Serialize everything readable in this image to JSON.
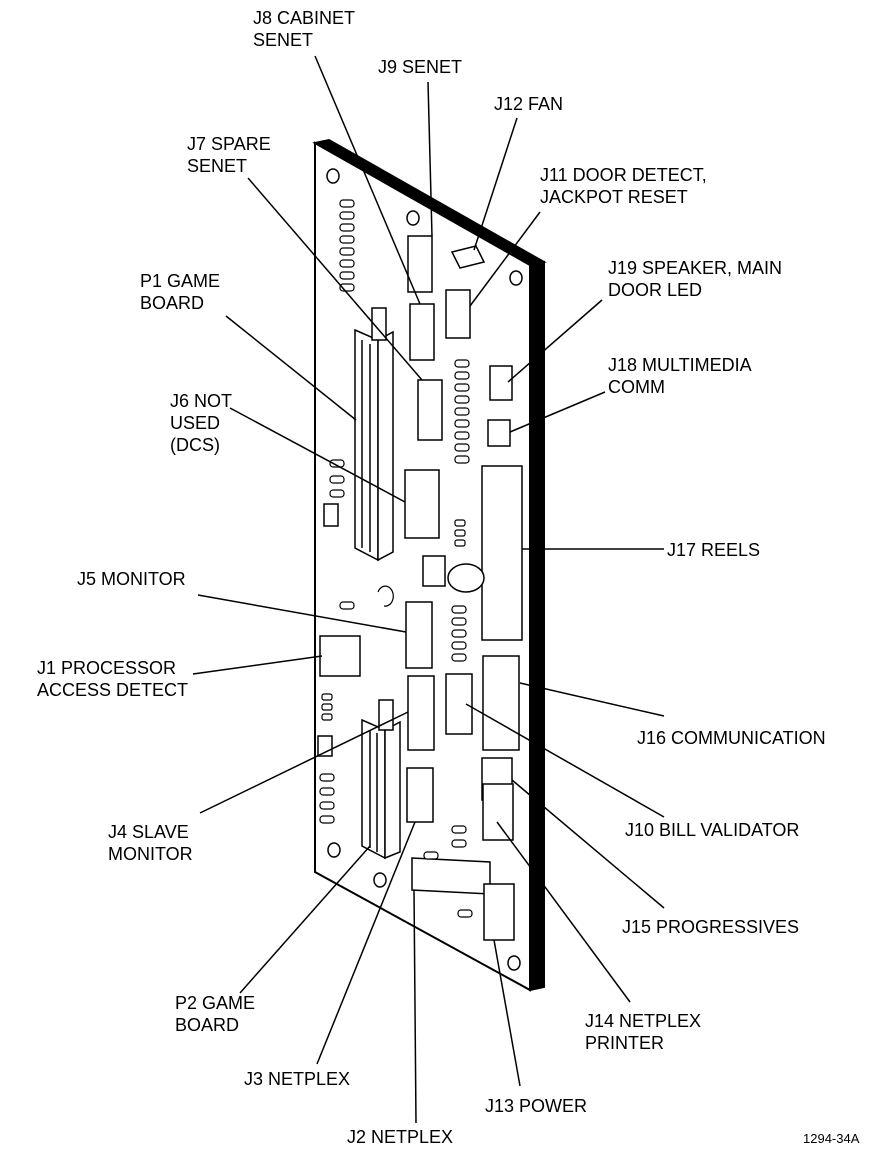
{
  "figure_id": "1294-34A",
  "labels": {
    "j8": [
      "J8 CABINET",
      "SENET"
    ],
    "j9": [
      "J9 SENET"
    ],
    "j12": [
      "J12 FAN"
    ],
    "j7": [
      "J7 SPARE",
      "SENET"
    ],
    "j11": [
      "J11 DOOR DETECT,",
      "JACKPOT RESET"
    ],
    "p1": [
      "P1 GAME",
      "BOARD"
    ],
    "j19": [
      "J19 SPEAKER, MAIN",
      "DOOR LED"
    ],
    "j18": [
      "J18 MULTIMEDIA",
      "COMM"
    ],
    "j6": [
      "J6 NOT",
      "USED",
      "(DCS)"
    ],
    "j17": [
      "J17 REELS"
    ],
    "j5": [
      "J5 MONITOR"
    ],
    "j1": [
      "J1 PROCESSOR",
      "ACCESS DETECT"
    ],
    "j16": [
      "J16 COMMUNICATION"
    ],
    "j4": [
      "J4 SLAVE",
      "MONITOR"
    ],
    "j10": [
      "J10 BILL VALIDATOR"
    ],
    "j15": [
      "J15 PROGRESSIVES"
    ],
    "p2": [
      "P2 GAME",
      "BOARD"
    ],
    "j14": [
      "J14 NETPLEX",
      "PRINTER"
    ],
    "j3": [
      "J3 NETPLEX"
    ],
    "j13": [
      "J13 POWER"
    ],
    "j2": [
      "J2 NETPLEX"
    ]
  }
}
